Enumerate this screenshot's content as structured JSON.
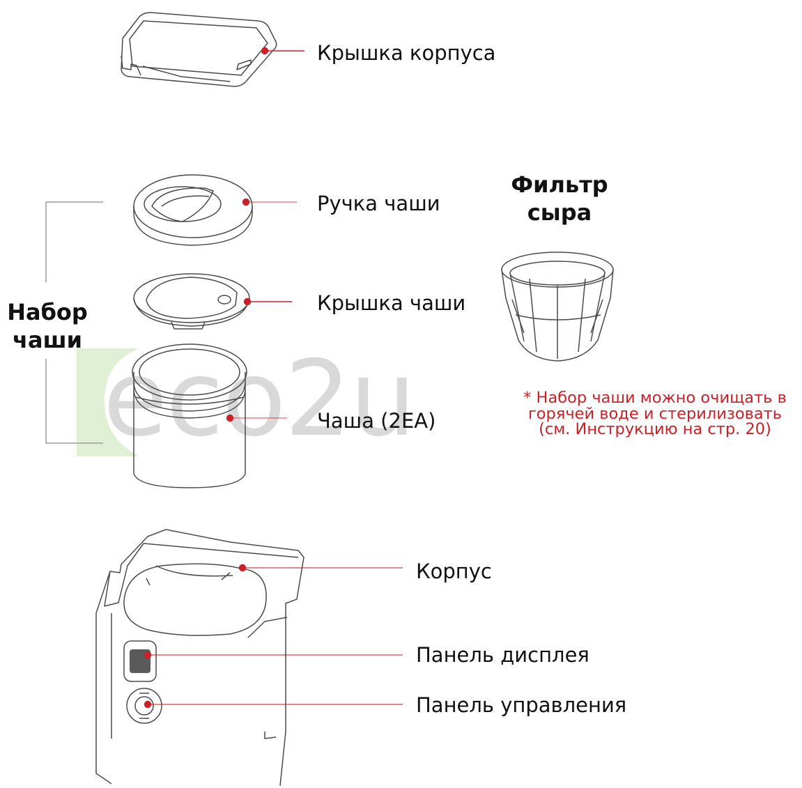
{
  "watermark": {
    "text": "eco2u",
    "color": "#d9d9d9",
    "leaf_color": "#dff0d5"
  },
  "accent_color": "#cc1f26",
  "labels": {
    "body_lid": "Крышка корпуса",
    "bowl_handle": "Ручка чаши",
    "bowl_lid": "Крышка чаши",
    "bowl": "Чаша (2EA)",
    "body": "Корпус",
    "display_panel": "Панель дисплея",
    "control_panel": "Панель управления"
  },
  "group_label": {
    "line1": "Набор",
    "line2": "чаши"
  },
  "filter_title": {
    "line1": "Фильтр",
    "line2": "сыра"
  },
  "note": {
    "line1": "* Набор чаши  можно очищать в",
    "line2": "горячей воде и стерилизовать",
    "line3": "(см. Инструкцию на стр. 20)"
  }
}
